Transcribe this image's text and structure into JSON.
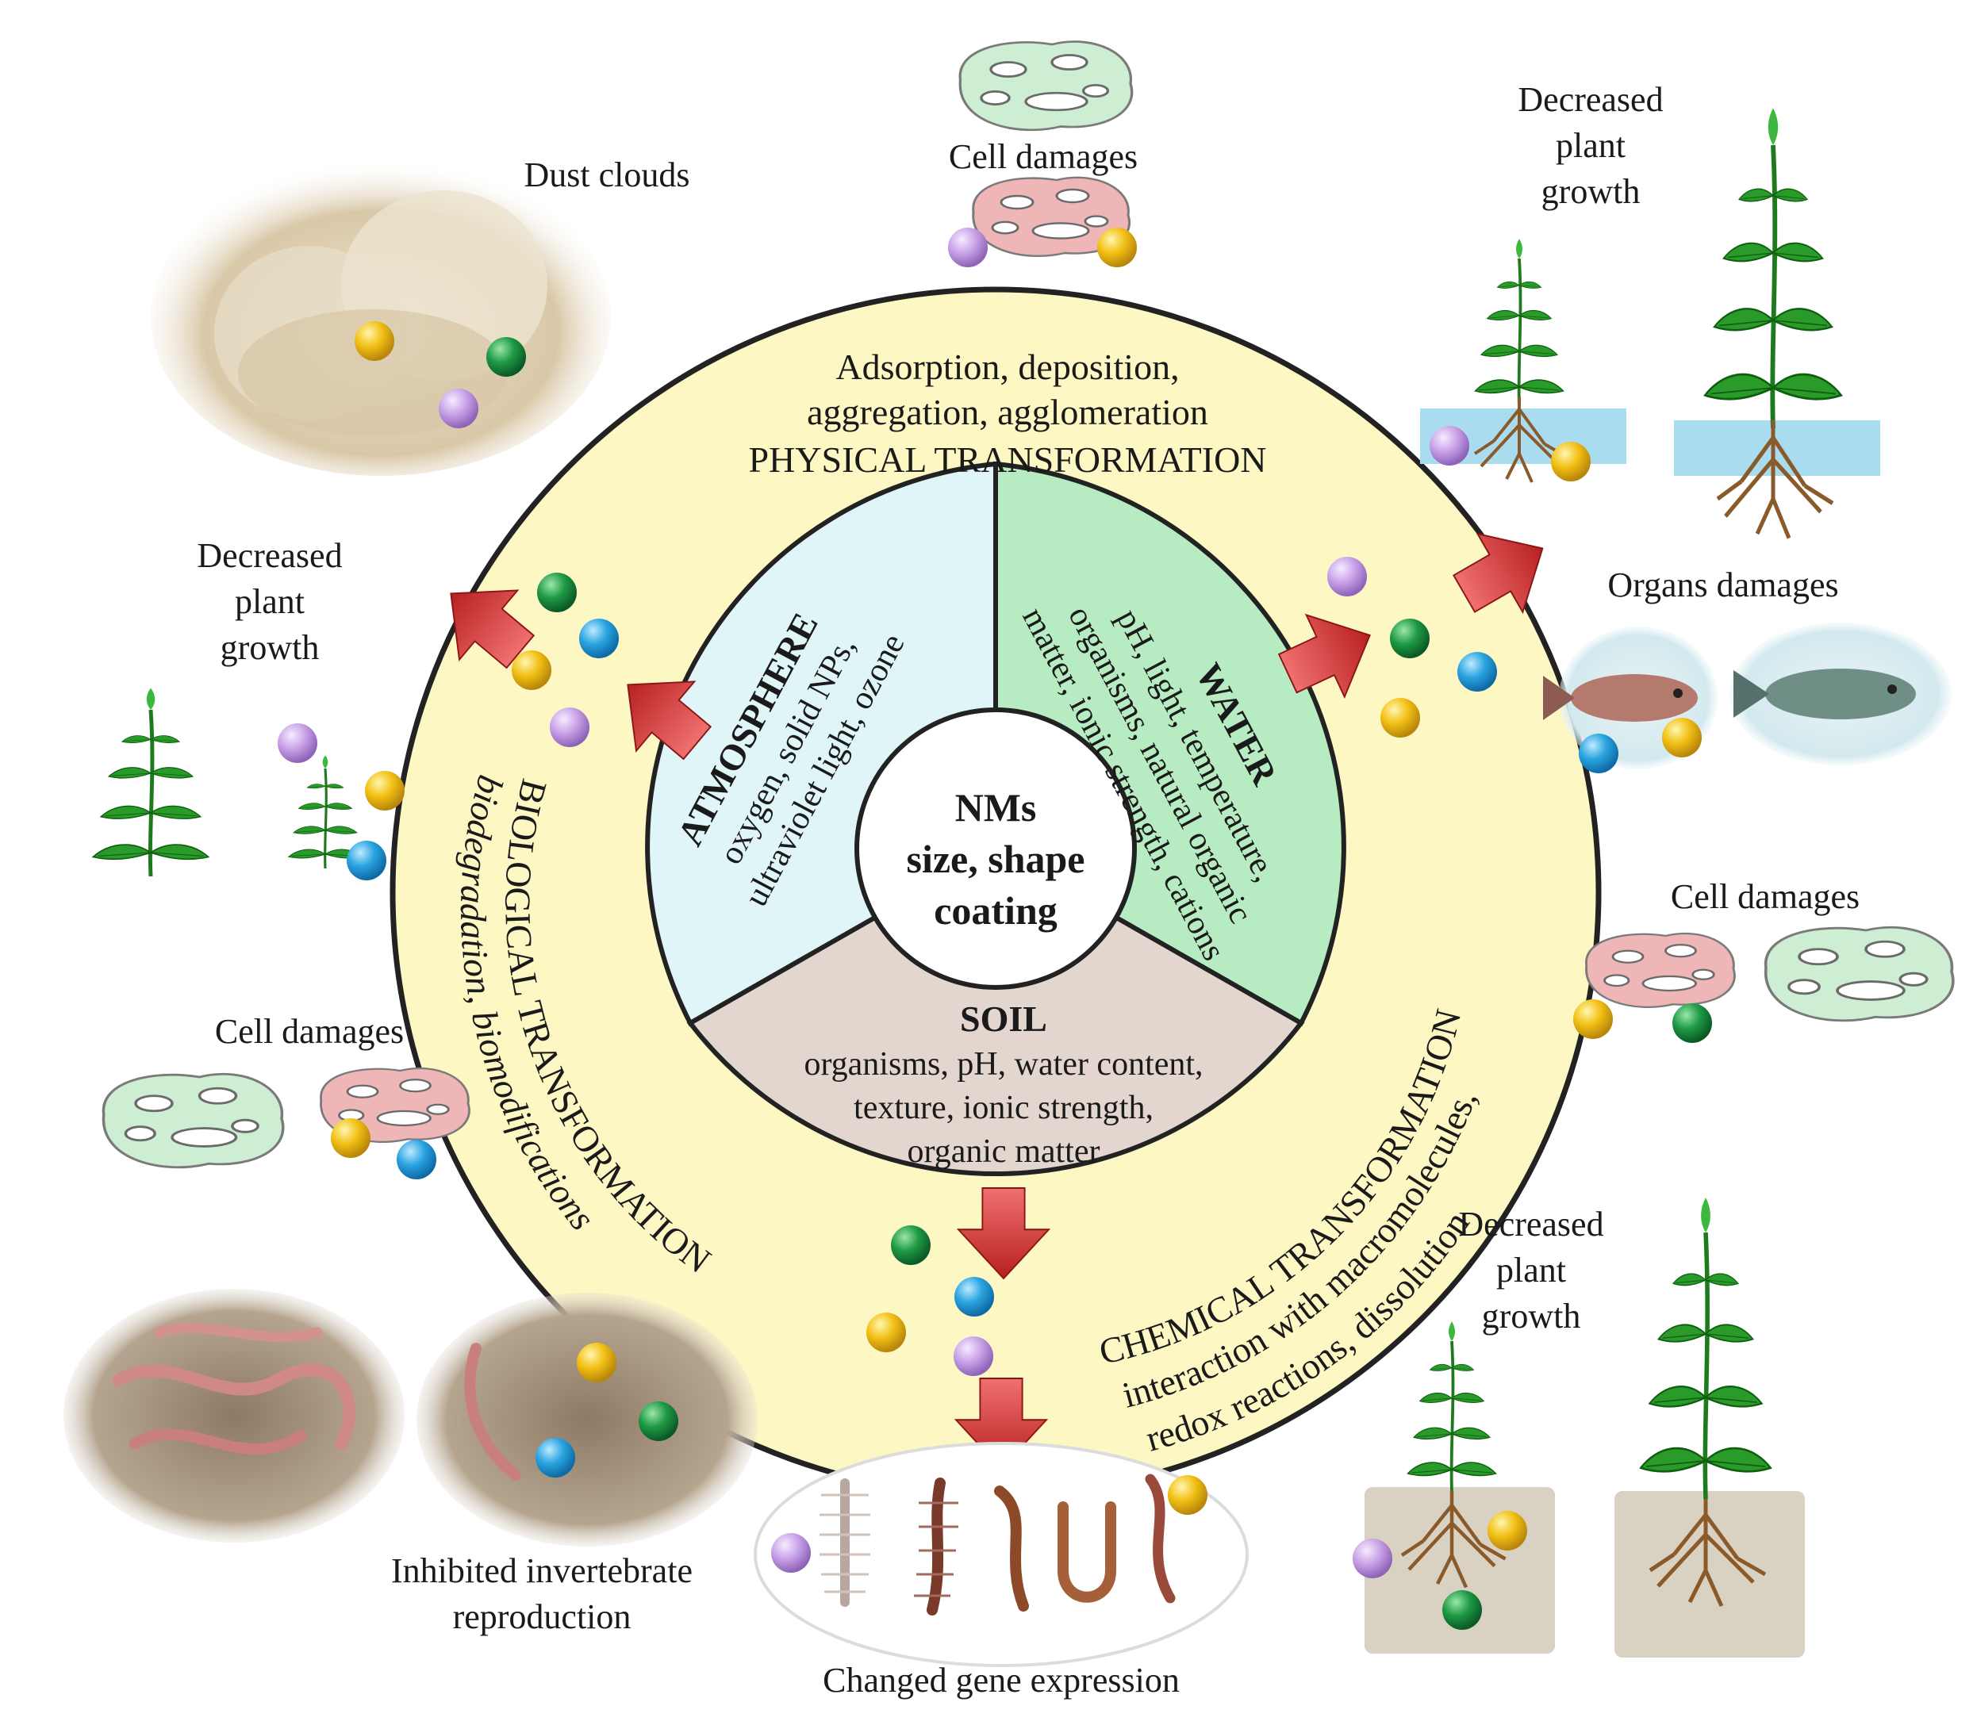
{
  "center": {
    "line1": "NMs",
    "line2": "size, shape",
    "line3": "coating"
  },
  "sectors": {
    "atmosphere": {
      "title": "ATMOSPHERE",
      "line1": "oxygen, solid NPs,",
      "line2": "ultraviolet light, ozone"
    },
    "water": {
      "title": "WATER",
      "line1": "pH, light, temperature,",
      "line2": "organisms, natural organic",
      "line3": "matter, ionic strength, cations"
    },
    "soil": {
      "title": "SOIL",
      "line1": "organisms, pH, water content,",
      "line2": "texture, ionic strength,",
      "line3": "organic matter"
    }
  },
  "ring": {
    "physical": {
      "line1": "Adsorption, deposition,",
      "line2": "aggregation, agglomeration",
      "title": "PHYSICAL TRANSFORMATION"
    },
    "biological": {
      "title": "BIOLOGICAL TRANSFORMATION",
      "line1": "biodegradation, biomodifications"
    },
    "chemical": {
      "title": "CHEMICAL TRANSFORMATION",
      "line1": "interaction with macromolecules,",
      "line2": "redox reactions, dissolution"
    }
  },
  "effects": {
    "dust_clouds": "Dust clouds",
    "cell_damages_top": "Cell damages",
    "plant_top_right": [
      "Decreased",
      "plant",
      "growth"
    ],
    "plant_left": [
      "Decreased",
      "plant",
      "growth"
    ],
    "organs_damages": "Organs damages",
    "cell_damages_right": "Cell damages",
    "cell_damages_left": "Cell damages",
    "plant_bottom_right": [
      "Decreased",
      "plant",
      "growth"
    ],
    "invertebrate": [
      "Inhibited invertebrate",
      "reproduction"
    ],
    "gene_expression": "Changed gene expression"
  },
  "colors": {
    "ring": "#fdf7c3",
    "atmosphere": "#dff5f8",
    "water": "#b7ecc3",
    "soil": "#e3d6cf",
    "arrow": "#d63a3a",
    "np_yellow": "#f2c014",
    "np_green": "#1e9a46",
    "np_blue": "#2aa4e0",
    "np_purple": "#c9a3e8",
    "leaf": "#2a9a2a",
    "cell_green": "#cdeed3",
    "cell_pink": "#eeb6b6"
  }
}
